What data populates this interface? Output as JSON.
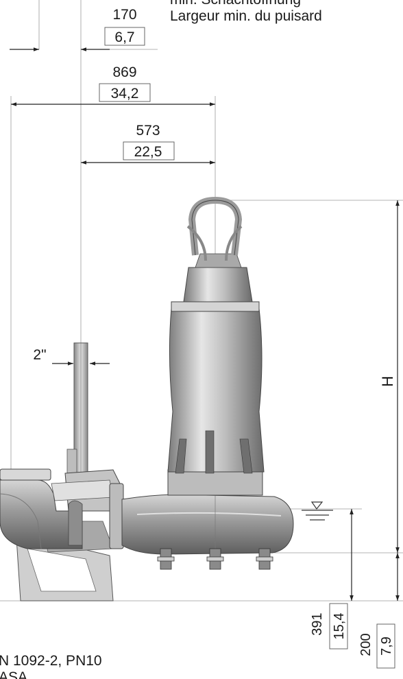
{
  "header_text": {
    "line1": "min. Schachtöffnung",
    "line2": "Largeur min. du puisard"
  },
  "dimensions": {
    "d170": {
      "mm": "170",
      "in": "6,7"
    },
    "d869": {
      "mm": "869",
      "in": "34,2"
    },
    "d573": {
      "mm": "573",
      "in": "22,5"
    },
    "d391": {
      "mm": "391",
      "in": "15,4"
    },
    "d200": {
      "mm": "200",
      "in": "7,9"
    },
    "pipe": "2\"",
    "height": "H"
  },
  "notes": {
    "line1": "N 1092-2, PN10",
    "line2": "ASA"
  },
  "colors": {
    "line": "#222222",
    "extension": "#9a9a9a",
    "pump_light": "#e4e4e4",
    "pump_mid": "#a9a9a9",
    "pump_dark": "#6e6e6e"
  }
}
